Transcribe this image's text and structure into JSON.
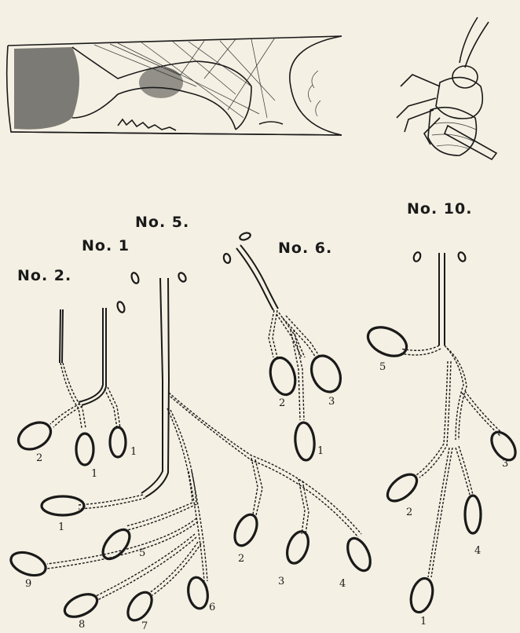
{
  "figures": {
    "no2": {
      "title": "No. 2.",
      "labels": [
        "2",
        "1",
        "1"
      ]
    },
    "no1": {
      "title": "No. 1"
    },
    "no5": {
      "title": "No. 5.",
      "labels": [
        "1",
        "5",
        "9",
        "8",
        "7",
        "6",
        "2",
        "3",
        "4"
      ]
    },
    "no6": {
      "title": "No. 6.",
      "labels": [
        "2",
        "3",
        "1"
      ]
    },
    "no10": {
      "title": "No. 10.",
      "labels": [
        "5",
        "3",
        "2",
        "4",
        "1"
      ]
    }
  },
  "icons": [
    "nest-tube-drawing",
    "insect-drawing"
  ]
}
